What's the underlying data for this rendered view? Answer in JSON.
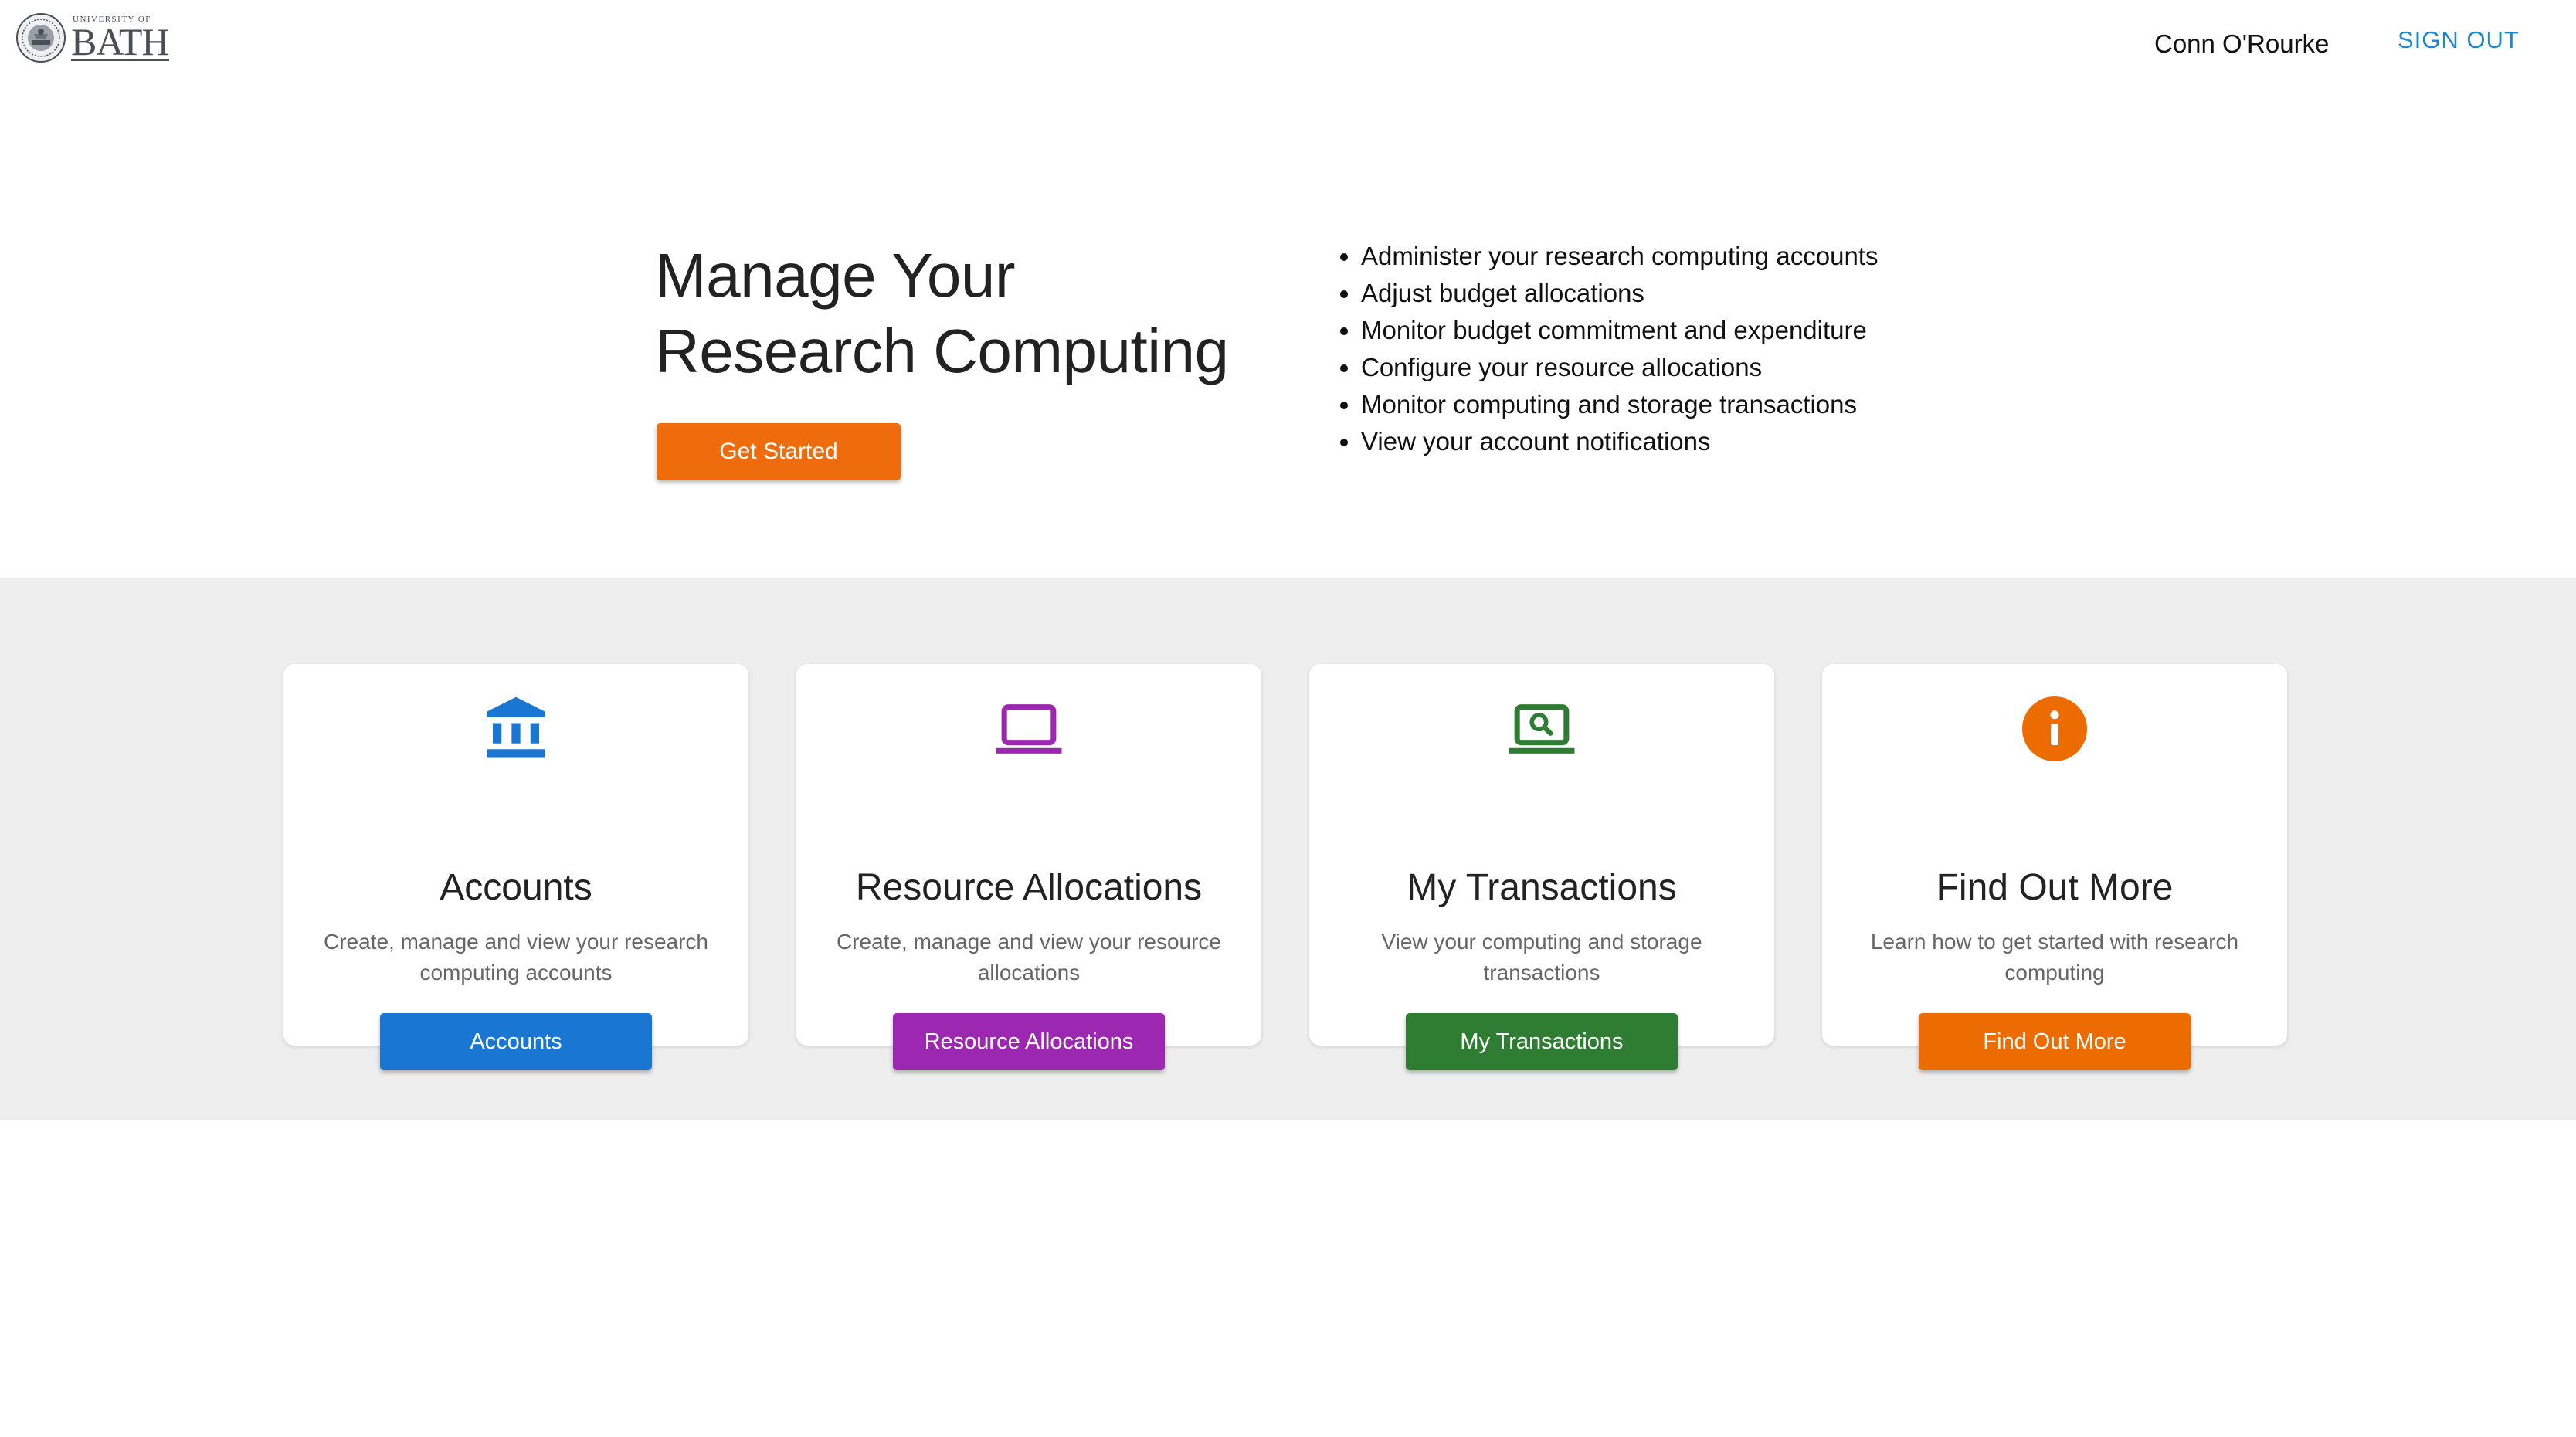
{
  "header": {
    "logo_small": "UNIVERSITY OF",
    "logo_big": "BATH",
    "user_name": "Conn O'Rourke",
    "sign_out_label": "SIGN OUT"
  },
  "hero": {
    "title_line1": "Manage Your",
    "title_line2": "Research Computing",
    "cta_label": "Get Started",
    "features": [
      "Administer your research computing accounts",
      "Adjust budget allocations",
      "Monitor budget commitment and expenditure",
      "Configure your resource allocations",
      "Monitor computing and storage transactions",
      "View your account notifications"
    ]
  },
  "cards": [
    {
      "icon": "bank-icon",
      "title": "Accounts",
      "description": "Create, manage and view your research computing accounts",
      "button_label": "Accounts",
      "color": "#1976d2"
    },
    {
      "icon": "laptop-icon",
      "title": "Resource Allocations",
      "description": "Create, manage and view your resource allocations",
      "button_label": "Resource Allocations",
      "color": "#9c27b0"
    },
    {
      "icon": "laptop-search-icon",
      "title": "My Transactions",
      "description": "View your computing and storage transactions",
      "button_label": "My Transactions",
      "color": "#2e7d32"
    },
    {
      "icon": "info-icon",
      "title": "Find Out More",
      "description": "Learn how to get started with research computing",
      "button_label": "Find Out More",
      "color": "#ed6c02"
    }
  ],
  "colors": {
    "primary_orange": "#ee6c0c",
    "link_blue": "#1f87d0",
    "band_background": "#eeeeee"
  }
}
